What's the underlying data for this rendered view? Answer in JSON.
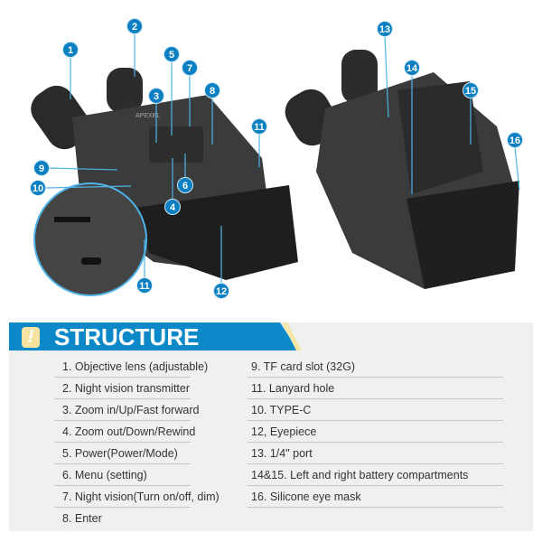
{
  "brand": "APEXEL",
  "callouts": {
    "left": [
      "1",
      "2",
      "5",
      "7",
      "3",
      "8",
      "11",
      "9",
      "10",
      "6",
      "4",
      "11",
      "12"
    ],
    "right": [
      "13",
      "14",
      "15",
      "16"
    ]
  },
  "banner": {
    "icon": "exclamation-icon",
    "icon_glyph": "!",
    "title": "STRUCTURE",
    "accent": "#0a88c8"
  },
  "parts_left": [
    "1. Objective lens (adjustable)",
    "2. Night vision transmitter",
    "3. Zoom in/Up/Fast forward",
    "4. Zoom out/Down/Rewind",
    "5. Power(Power/Mode)",
    "6. Menu (setting)",
    "7. Night vision(Turn on/off, dim)",
    "8. Enter"
  ],
  "parts_right": [
    "9. TF card slot (32G)",
    "11. Lanyard hole",
    "10. TYPE-C",
    "12, Eyepiece",
    "13. 1/4\" port",
    "14&15. Left and right battery compartments",
    "16. Silicone eye mask"
  ]
}
